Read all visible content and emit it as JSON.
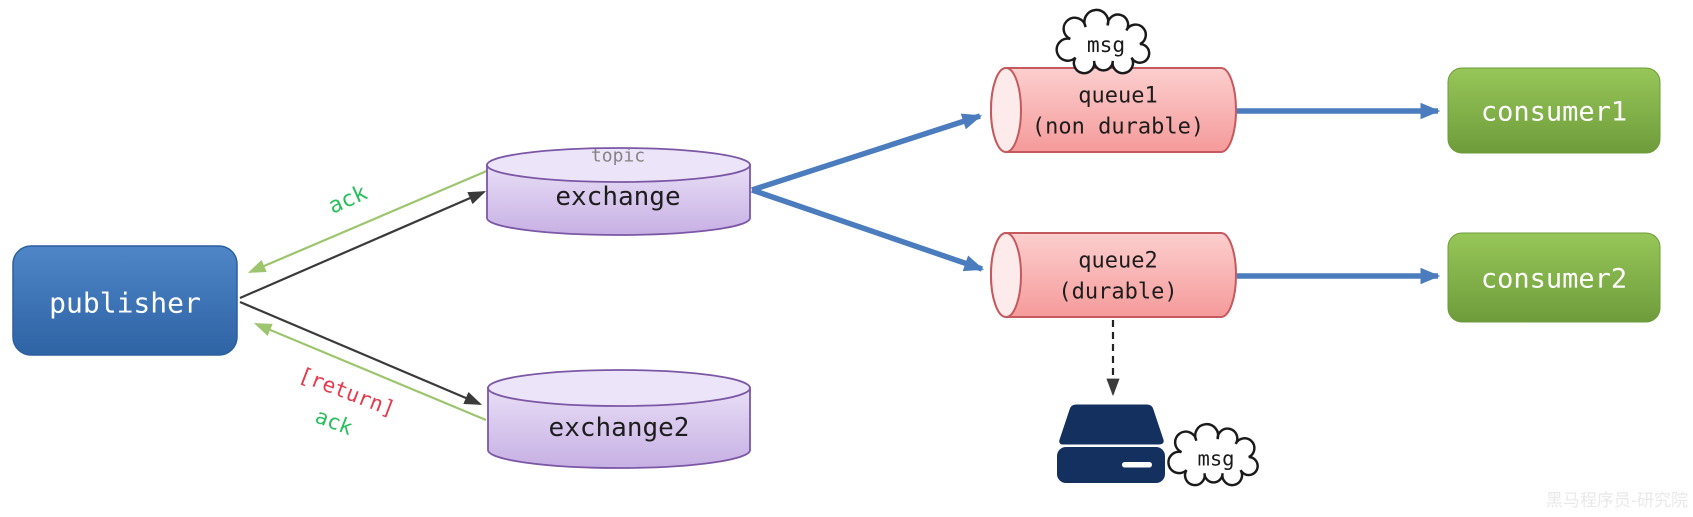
{
  "nodes": {
    "publisher": {
      "label": "publisher"
    },
    "topic_exchange": {
      "type": "topic",
      "label": "exchange"
    },
    "exchange2": {
      "label": "exchange2"
    },
    "queue1": {
      "title": "queue1",
      "subtitle": "(non durable)"
    },
    "queue2": {
      "title": "queue2",
      "subtitle": "(durable)"
    },
    "consumer1": {
      "label": "consumer1"
    },
    "consumer2": {
      "label": "consumer2"
    }
  },
  "labels": {
    "ack_top": "ack",
    "return_bottom": "[return]",
    "ack_bottom": "ack",
    "msg_cloud_top": "msg",
    "msg_cloud_disk": "msg"
  },
  "watermark": "黑马程序员-研究院",
  "colors": {
    "publisher_blue": "#3a70b0",
    "consumer_green": "#7fae45",
    "queue_pink": "#f8a5a5",
    "exchange_purple": "#d5c3ec",
    "flow_arrow_blue": "#4a7cbe",
    "plain_arrow_black": "#3a3a3a",
    "ack_arrow_green": "#9cc56e",
    "ack_text_green": "#2abf5e",
    "return_text_red": "#e6394c",
    "disk_navy": "#14305f"
  }
}
